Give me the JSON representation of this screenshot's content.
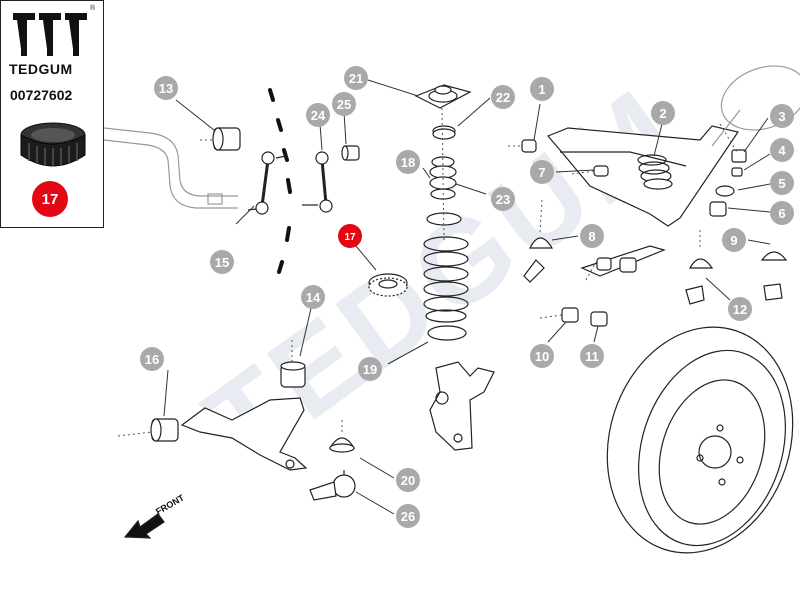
{
  "brand": {
    "name": "TEDGUM",
    "registered_mark": "®",
    "article_number": "00727602"
  },
  "highlight_part": {
    "number": "17",
    "color": "#e30613"
  },
  "part_labels": [
    "1",
    "2",
    "3",
    "4",
    "5",
    "6",
    "7",
    "8",
    "9",
    "10",
    "11",
    "12",
    "13",
    "14",
    "15",
    "16",
    "18",
    "19",
    "20",
    "21",
    "22",
    "23",
    "24",
    "25",
    "26"
  ],
  "direction_label": "FRONT",
  "watermark": "TEDGUM",
  "colors": {
    "label_fill": "#a9a9a9",
    "line": "#222222",
    "watermark": "#e8ebf1"
  }
}
